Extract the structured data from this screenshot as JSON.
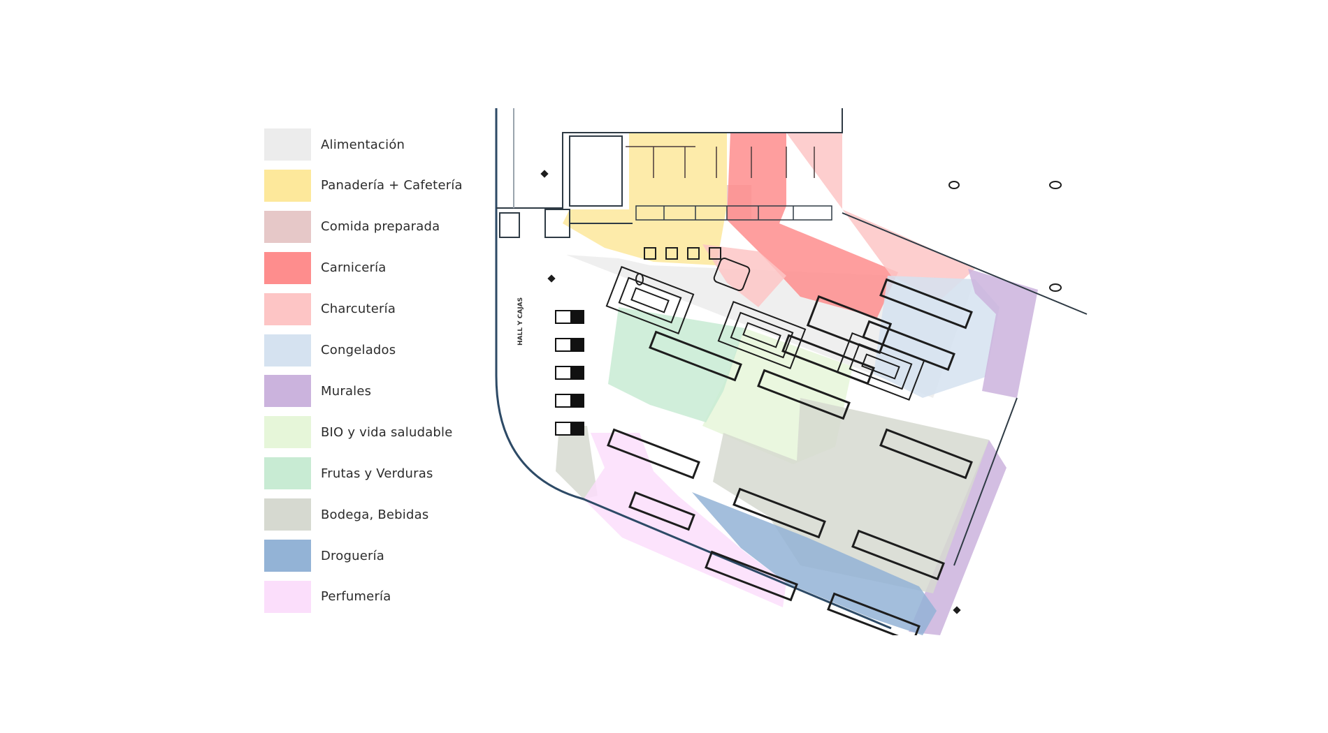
{
  "legend": {
    "items": [
      {
        "label": "Alimentación",
        "color": "#ececec"
      },
      {
        "label": "Panadería + Cafetería",
        "color": "#fde89b"
      },
      {
        "label": "Comida preparada",
        "color": "#e6c8c8"
      },
      {
        "label": "Carnicería",
        "color": "#fe8d8d"
      },
      {
        "label": "Charcutería",
        "color": "#fdc5c5"
      },
      {
        "label": "Congelados",
        "color": "#d5e2f0"
      },
      {
        "label": "Murales",
        "color": "#cbb3dd"
      },
      {
        "label": "BIO y vida saludable",
        "color": "#e6f6d9"
      },
      {
        "label": "Frutas y Verduras",
        "color": "#c8ebd3"
      },
      {
        "label": "Bodega, Bebidas",
        "color": "#d6d9d0"
      },
      {
        "label": "Droguería",
        "color": "#93b3d6"
      },
      {
        "label": "Perfumería",
        "color": "#fbdefb"
      }
    ]
  },
  "plan": {
    "hall_label": "HALL Y CAJAS"
  }
}
